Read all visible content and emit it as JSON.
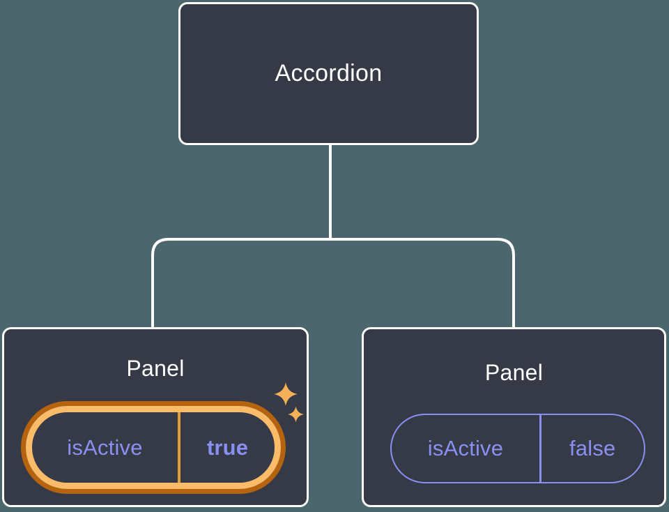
{
  "diagram": {
    "root": {
      "label": "Accordion"
    },
    "panels": [
      {
        "title": "Panel",
        "state": {
          "key": "isActive",
          "value": "true"
        },
        "highlighted": true
      },
      {
        "title": "Panel",
        "state": {
          "key": "isActive",
          "value": "false"
        },
        "highlighted": false
      }
    ]
  },
  "icons": {
    "sparkle": "sparkle-icon"
  },
  "colors": {
    "background": "#4C666D",
    "node_fill": "#353A46",
    "node_border": "#FFFFFF",
    "connector": "#FFFFFF",
    "title_text": "#FFFFFF",
    "state_text": "#8990F2",
    "pill_border_inactive": "#8990F2",
    "highlight_outer": "#B66310",
    "highlight_inner": "#FBBC69",
    "highlight_divider": "#DFA03C",
    "sparkle": "#F5B159"
  }
}
